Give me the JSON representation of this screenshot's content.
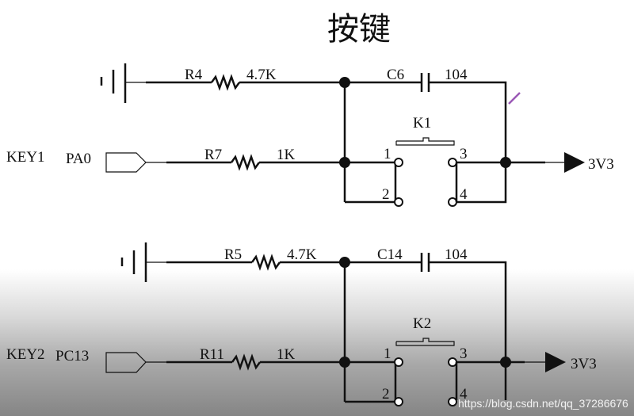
{
  "title": "按键",
  "circuits": [
    {
      "key_label": "KEY1",
      "port": "PA0",
      "pullup_resistor": {
        "ref": "R4",
        "value": "4.7K"
      },
      "series_resistor": {
        "ref": "R7",
        "value": "1K"
      },
      "capacitor": {
        "ref": "C6",
        "value": "104"
      },
      "switch": {
        "ref": "K1",
        "pins": [
          "1",
          "2",
          "3",
          "4"
        ]
      },
      "supply": "3V3"
    },
    {
      "key_label": "KEY2",
      "port": "PC13",
      "pullup_resistor": {
        "ref": "R5",
        "value": "4.7K"
      },
      "series_resistor": {
        "ref": "R11",
        "value": "1K"
      },
      "capacitor": {
        "ref": "C14",
        "value": "104"
      },
      "switch": {
        "ref": "K2",
        "pins": [
          "1",
          "2",
          "3",
          "4"
        ]
      },
      "supply": "3V3"
    }
  ],
  "watermark": "https://blog.csdn.net/qq_37286676"
}
